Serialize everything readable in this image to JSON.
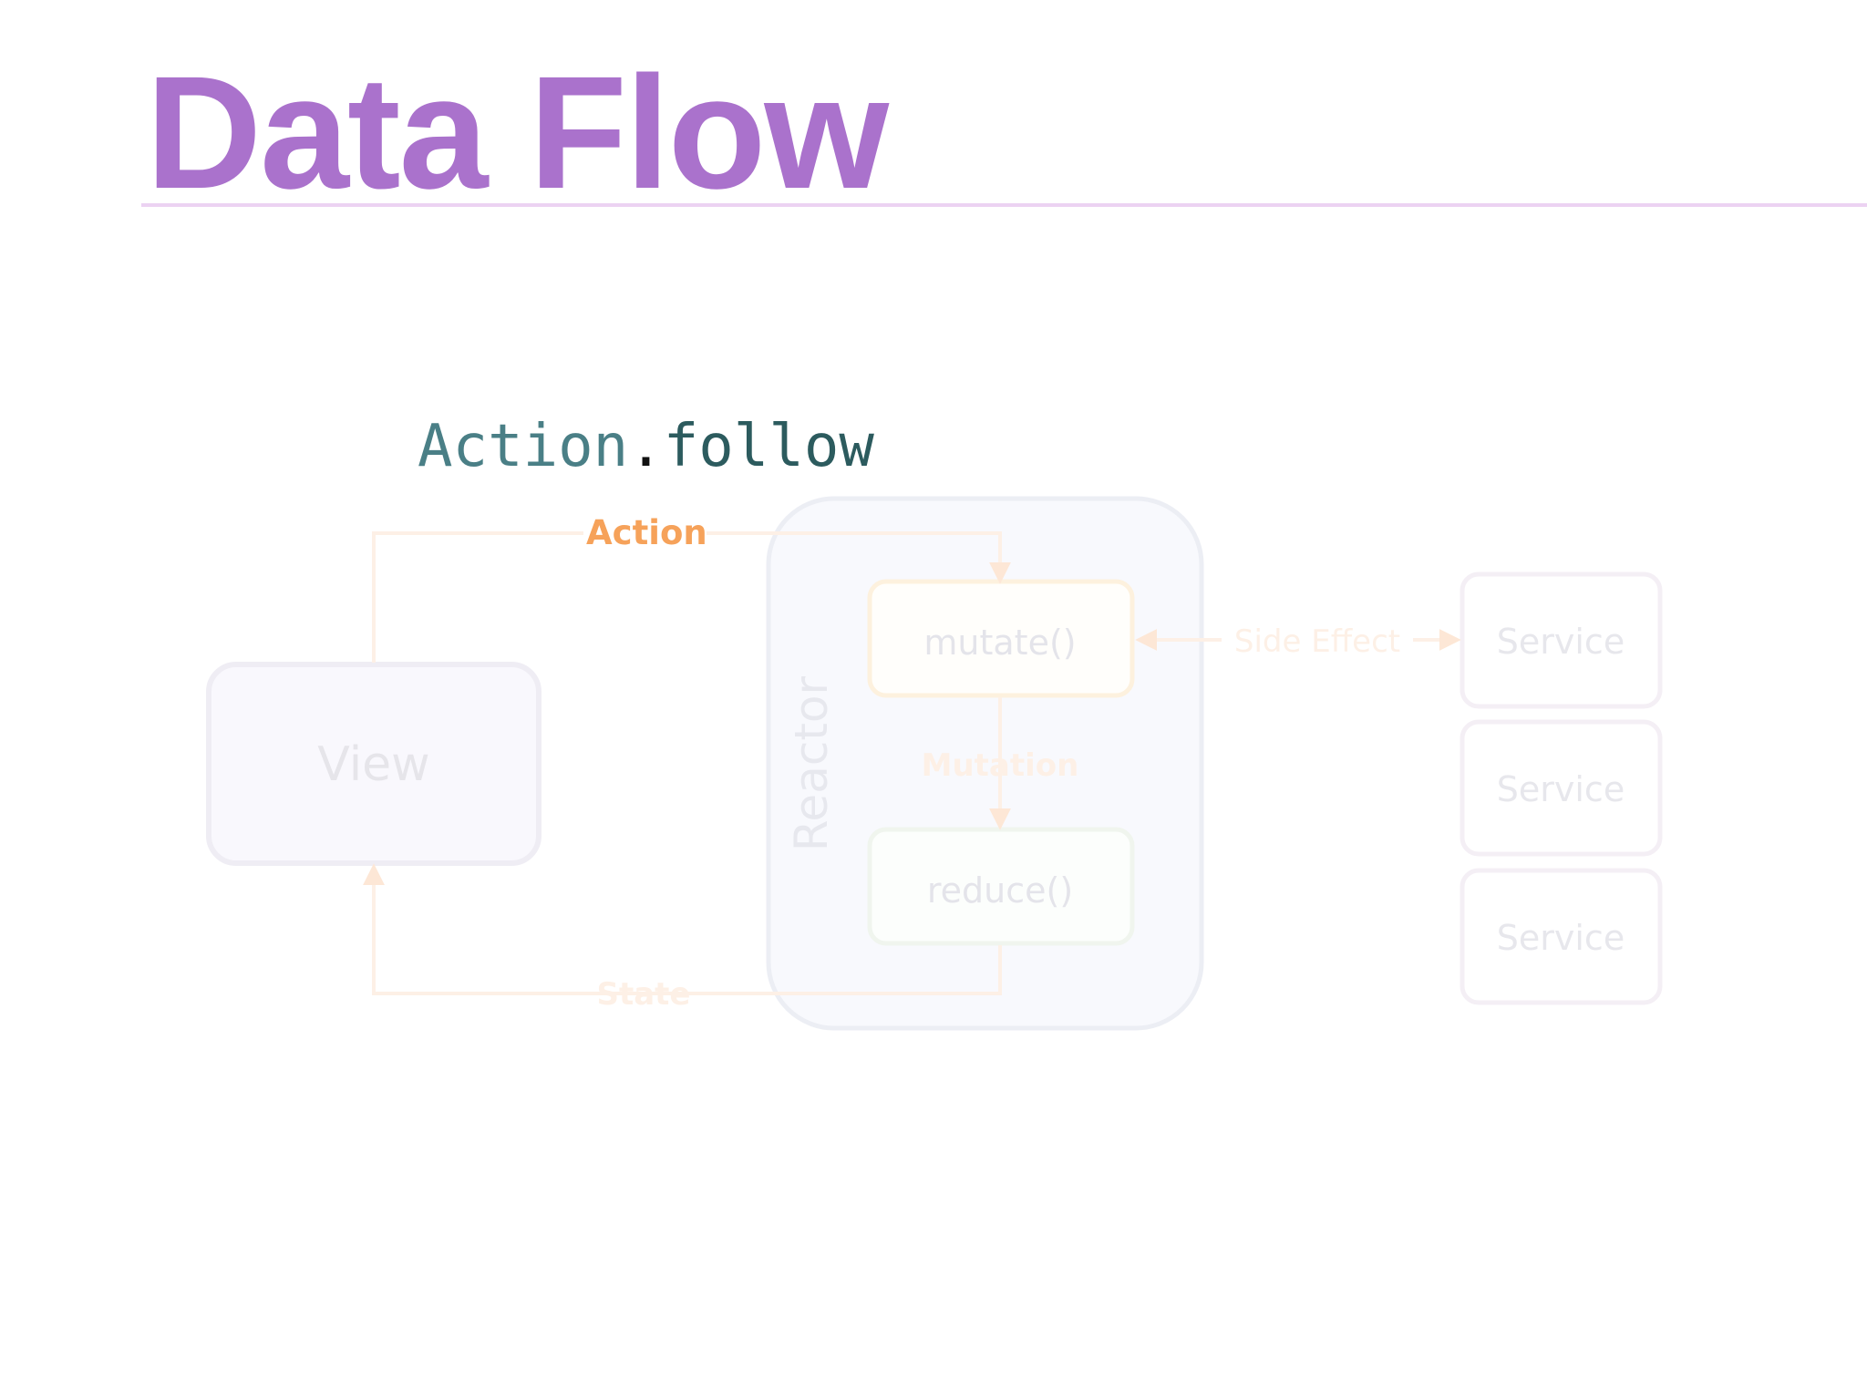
{
  "slide": {
    "title": "Data Flow",
    "code": {
      "type": "Action",
      "dot": ".",
      "member": "follow"
    }
  },
  "diagram": {
    "view_label": "View",
    "reactor_label": "Reactor",
    "mutate_label": "mutate()",
    "reduce_label": "reduce()",
    "services": [
      "Service",
      "Service",
      "Service"
    ],
    "edges": {
      "action": "Action",
      "mutation": "Mutation",
      "state": "State",
      "side_effect": "Side Effect"
    }
  },
  "colors": {
    "title": "#aa72cc",
    "rule": "#ecd2f2",
    "code_type": "#4a7f86",
    "code_member": "#2c5b5e",
    "action_label": "#f6a25a",
    "faded_arrow": "#fde7d6",
    "faded_box_stroke": "#ece8f0"
  }
}
